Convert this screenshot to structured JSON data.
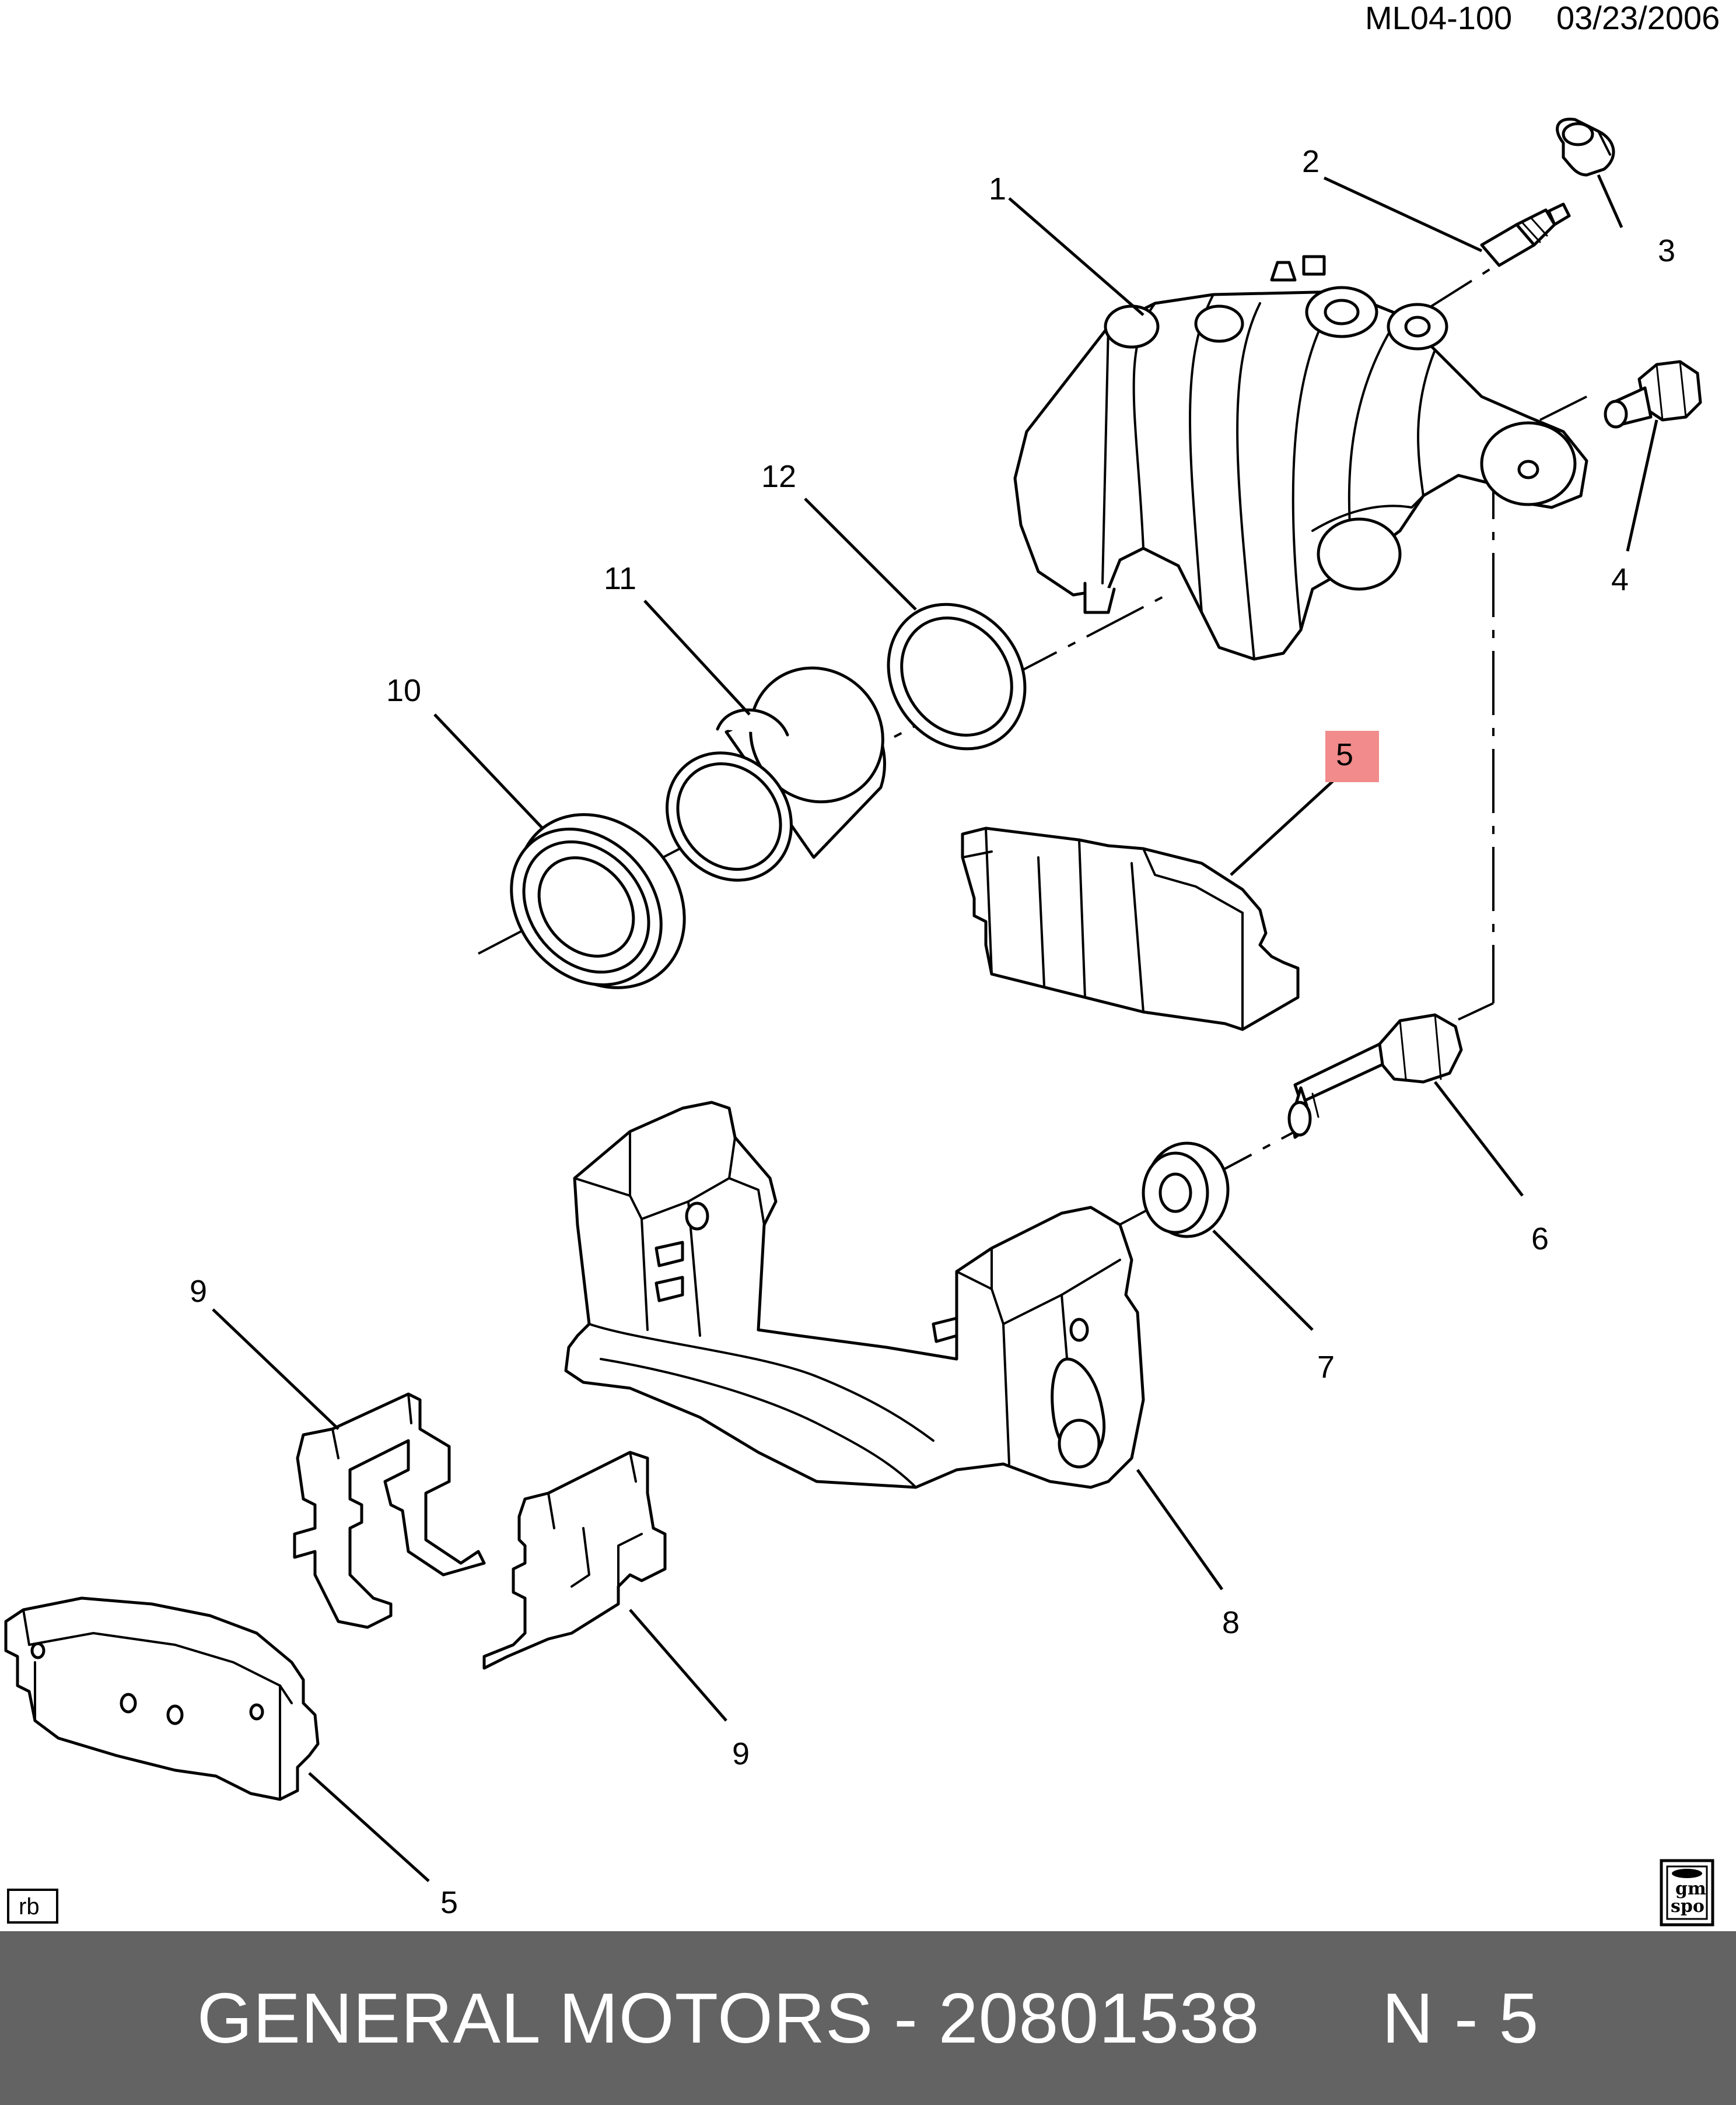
{
  "header": {
    "drawing_id": "ML04-100",
    "date": "03/23/2006"
  },
  "callouts": {
    "c1": "1",
    "c2": "2",
    "c3": "3",
    "c4": "4",
    "c5_top": "5",
    "c5_bottom": "5",
    "c6": "6",
    "c7": "7",
    "c8": "8",
    "c9_left": "9",
    "c9_right": "9",
    "c10": "10",
    "c11": "11",
    "c12": "12"
  },
  "highlight_color": "#f28b8b",
  "corner_marks": {
    "left": "rb",
    "right_line1": "gm",
    "right_line2": "spo"
  },
  "footer": {
    "text": "GENERAL MOTORS - 20801538      N - 5",
    "background": "#636363"
  }
}
